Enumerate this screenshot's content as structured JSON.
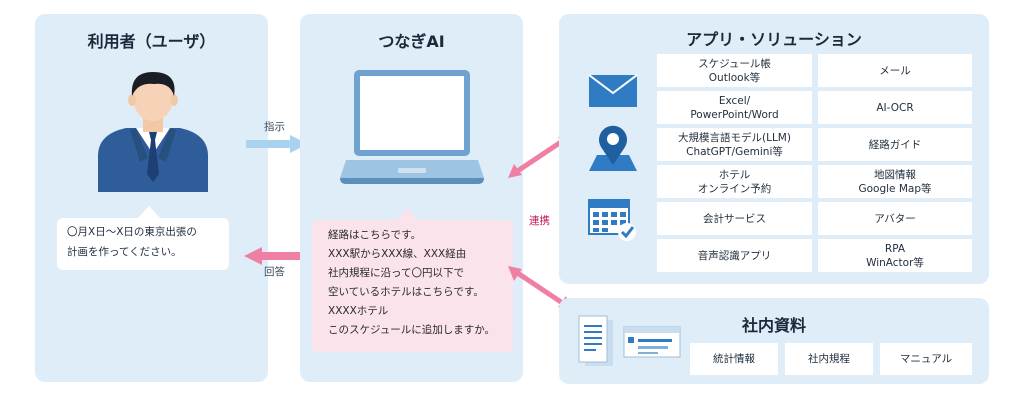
{
  "user_panel": {
    "title": "利用者（ユーザ）",
    "request_lines": [
      "〇月X日～X日の東京出張の",
      "計画を作ってください。"
    ]
  },
  "ai_panel": {
    "title": "つなぎAI",
    "response_lines": [
      "経路はこちらです。",
      "XXX駅からXXX線、XXX経由",
      "社内規程に沿って〇円以下で",
      "空いているホテルはこちらです。",
      "XXXXホテル",
      "このスケジュールに追加しますか。"
    ]
  },
  "arrows": {
    "instruction_label": "指示",
    "answer_label": "回答",
    "link_label": "連携"
  },
  "apps_panel": {
    "title": "アプリ・ソリューション",
    "icons": [
      "mail-icon",
      "map-pin-icon",
      "calendar-icon"
    ],
    "left_items": [
      [
        "スケジュール帳",
        "Outlook等"
      ],
      [
        "Excel/",
        "PowerPoint/Word"
      ],
      [
        "大規模言語モデル(LLM)",
        "ChatGPT/Gemini等"
      ],
      [
        "ホテル",
        "オンライン予約"
      ],
      [
        "会計サービス"
      ],
      [
        "音声認識アプリ"
      ]
    ],
    "right_items": [
      [
        "メール"
      ],
      [
        "AI-OCR"
      ],
      [
        "経路ガイド"
      ],
      [
        "地図情報",
        "Google Map等"
      ],
      [
        "アバター"
      ],
      [
        "RPA",
        "WinActor等"
      ]
    ]
  },
  "internal_panel": {
    "title": "社内資料",
    "icons": [
      "document-icon",
      "form-icon"
    ],
    "items": [
      "統計情報",
      "社内規程",
      "マニュアル"
    ]
  },
  "colors": {
    "panel_bg": "#deedf8",
    "arrow_blue": "#a9d2ee",
    "arrow_pink": "#f07fa4",
    "icon_blue": "#2f7cc4",
    "ai_bubble": "#fbe3ec"
  }
}
